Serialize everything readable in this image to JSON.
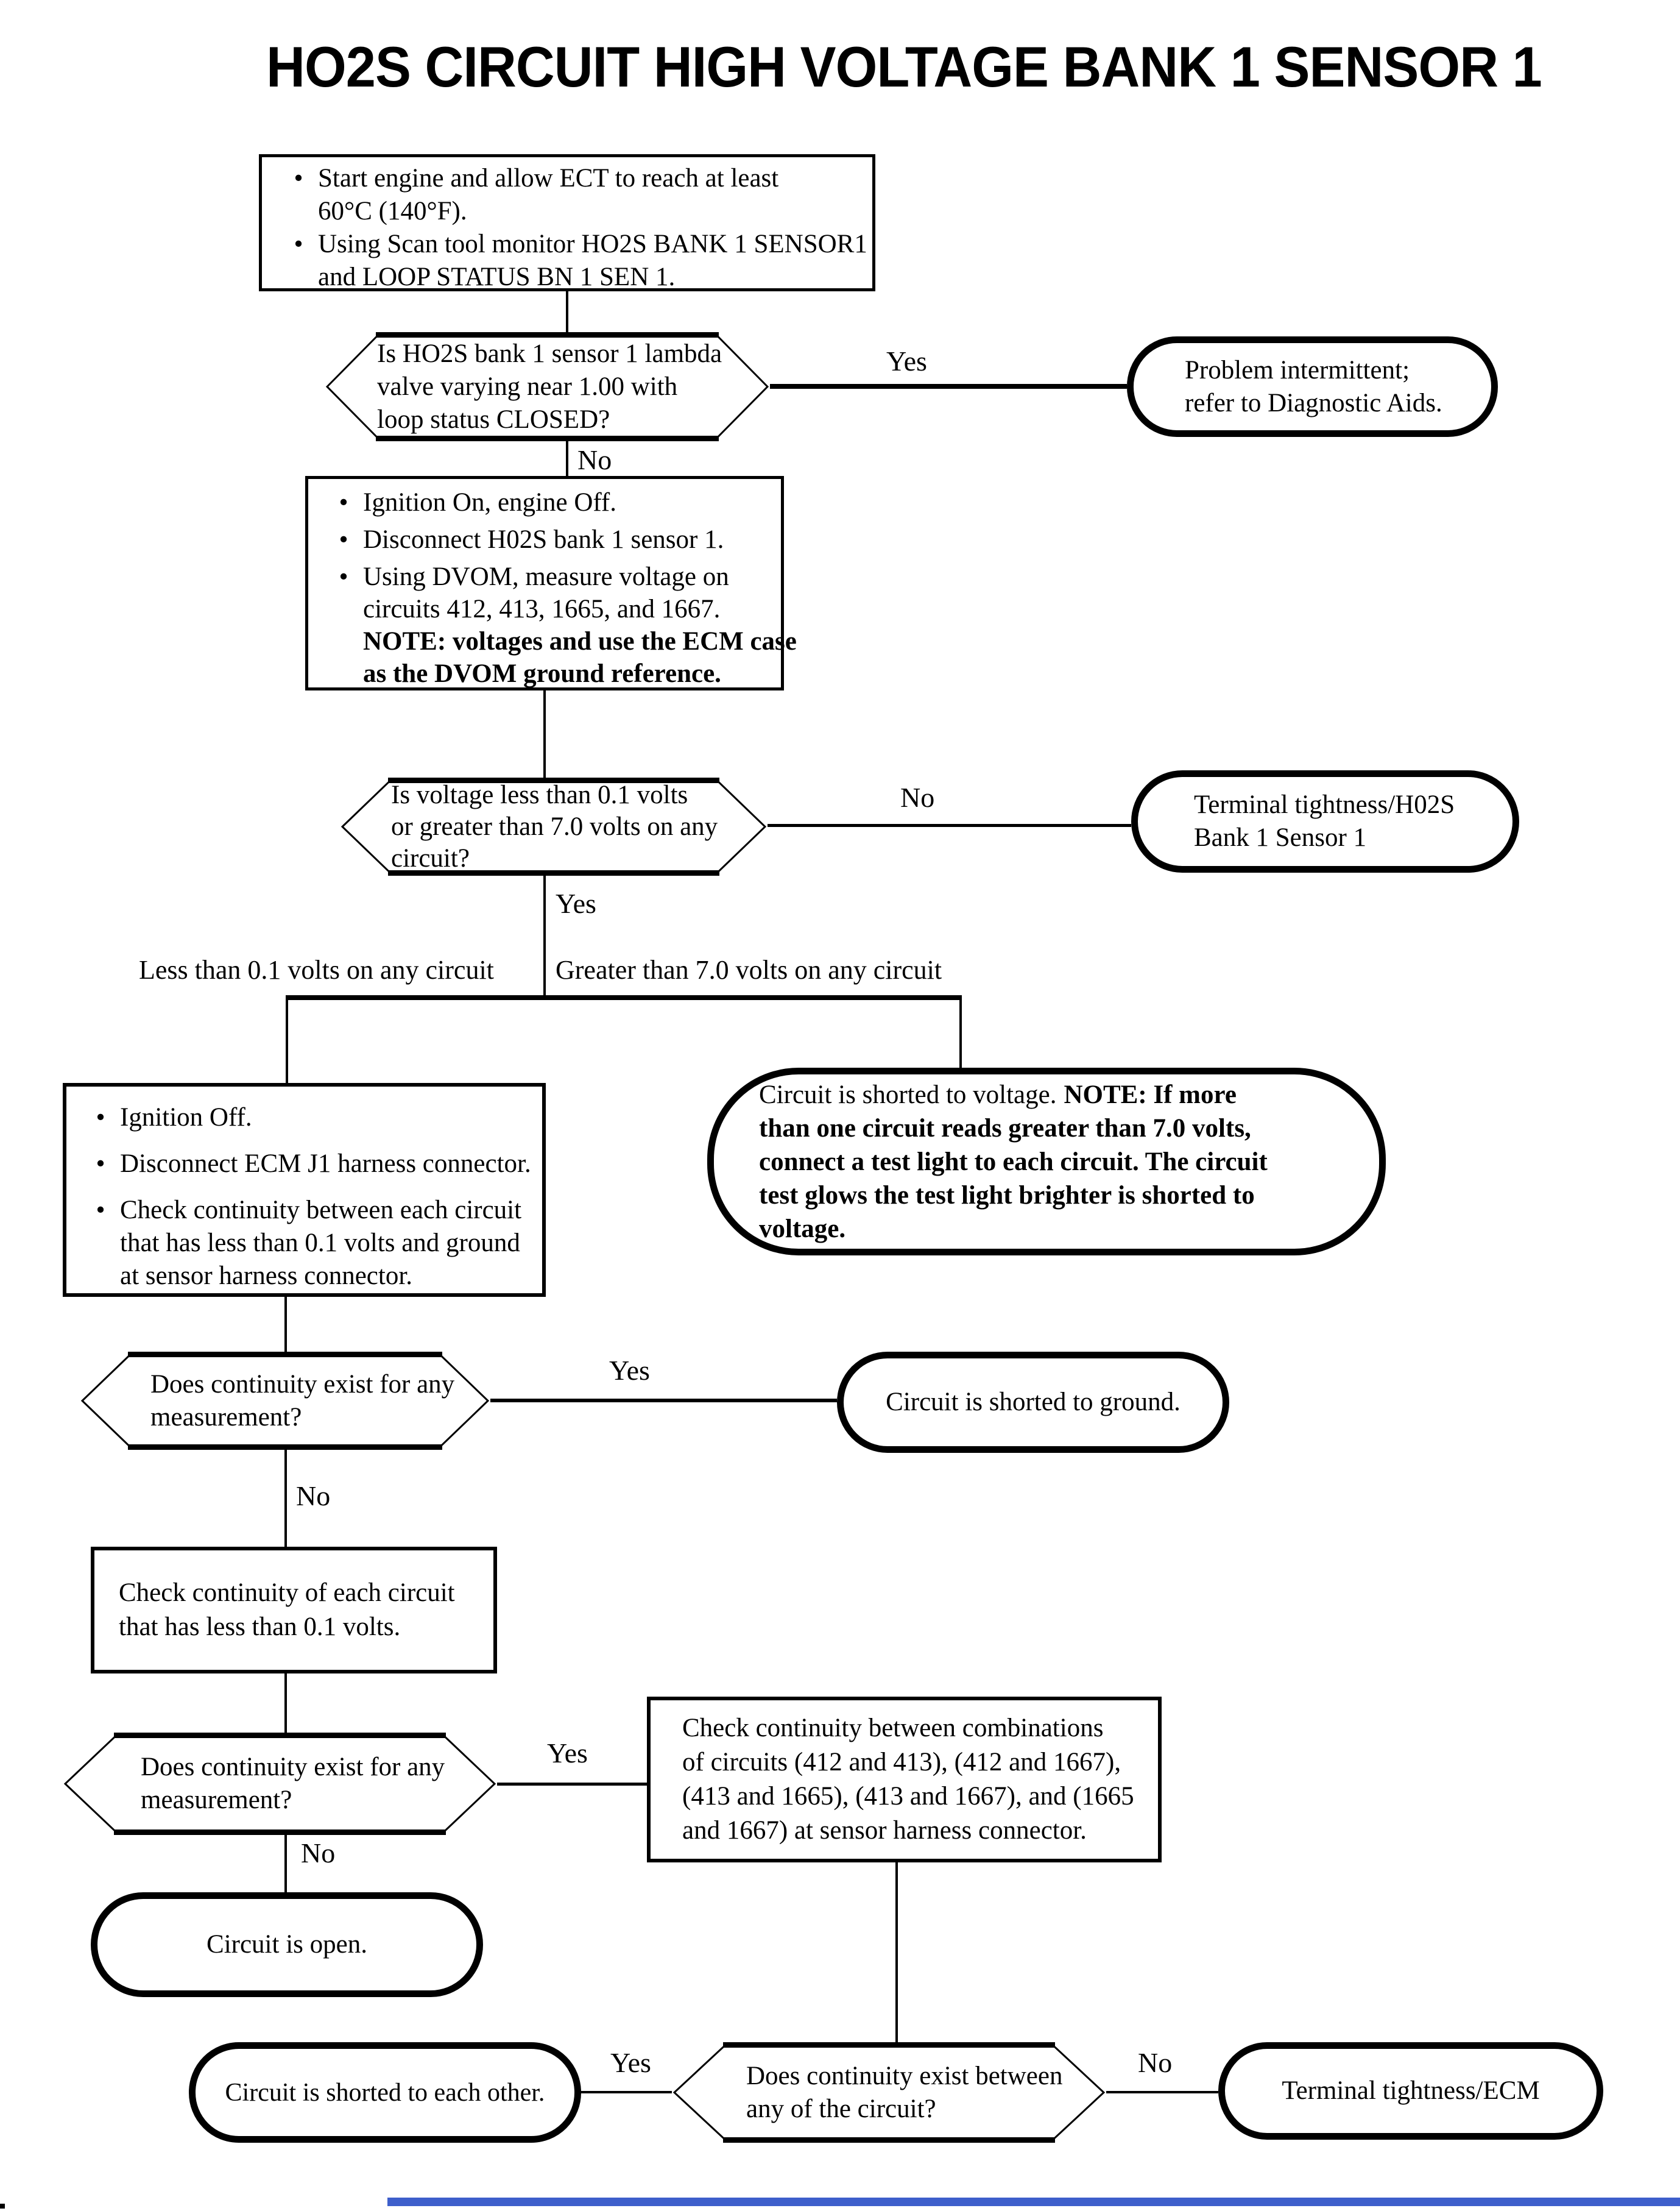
{
  "title": "HO2S CIRCUIT HIGH VOLTAGE BANK 1 SENSOR 1",
  "edge_labels": {
    "yes": "Yes",
    "no": "No",
    "less_branch": "Less than 0.1 volts on any circuit",
    "greater_branch": "Greater than 7.0 volts on any circuit"
  },
  "nodes": {
    "start": {
      "type": "process",
      "bullets": [
        {
          "lines": [
            "Start engine and allow ECT to reach at least",
            "60°C (140°F)."
          ]
        },
        {
          "lines": [
            "Using Scan tool monitor HO2S BANK 1 SENSOR1",
            "and  LOOP STATUS BN 1 SEN 1."
          ]
        }
      ]
    },
    "q_lambda": {
      "type": "decision",
      "lines": [
        "Is HO2S bank 1 sensor 1 lambda",
        "valve varying near 1.00 with",
        "loop status CLOSED?"
      ]
    },
    "problem_intermittent": {
      "type": "terminator",
      "lines": [
        "Problem intermittent;",
        "refer to Diagnostic Aids."
      ]
    },
    "measure_voltage": {
      "type": "process",
      "bullets": [
        {
          "lines": [
            "Ignition On, engine Off."
          ]
        },
        {
          "lines": [
            "Disconnect H02S bank 1 sensor 1."
          ]
        },
        {
          "lines": [
            "Using DVOM, measure voltage on",
            "circuits 412, 413, 1665, and 1667."
          ],
          "note_lines": [
            "NOTE: voltages and use the ECM case",
            "as the DVOM ground reference."
          ]
        }
      ]
    },
    "q_voltage_range": {
      "type": "decision",
      "lines": [
        "Is voltage less than 0.1 volts",
        "or greater than 7.0 volts on any",
        "circuit?"
      ]
    },
    "terminal_tightness_h02s": {
      "type": "terminator",
      "lines": [
        "Terminal tightness/H02S",
        "Bank 1 Sensor 1"
      ]
    },
    "check_ground_continuity": {
      "type": "process",
      "bullets": [
        {
          "lines": [
            "Ignition Off."
          ]
        },
        {
          "lines": [
            "Disconnect ECM J1 harness connector."
          ]
        },
        {
          "lines": [
            "Check continuity between each circuit",
            "that has less than 0.1 volts and ground",
            "at sensor harness connector."
          ]
        }
      ]
    },
    "shorted_to_voltage": {
      "type": "terminator",
      "lead": "Circuit is shorted to voltage.",
      "note_first": "NOTE: If more",
      "note_lines": [
        "than one circuit reads greater than 7.0 volts,",
        "connect a test light to each circuit.  The circuit",
        "test glows the test light brighter is shorted to",
        "voltage."
      ]
    },
    "q_continuity_1": {
      "type": "decision",
      "lines": [
        "Does continuity exist for any",
        "measurement?"
      ]
    },
    "shorted_to_ground": {
      "type": "terminator",
      "lines": [
        "Circuit is shorted to ground."
      ]
    },
    "check_each_circuit": {
      "type": "process",
      "lines": [
        "Check continuity of each circuit",
        "that has less than 0.1 volts."
      ]
    },
    "q_continuity_2": {
      "type": "decision",
      "lines": [
        "Does continuity exist for any",
        "measurement?"
      ]
    },
    "check_combinations": {
      "type": "process",
      "lines": [
        "Check continuity between combinations",
        "of circuits (412 and 413), (412 and 1667),",
        "(413 and 1665), (413 and 1667), and (1665",
        "and 1667) at sensor harness connector."
      ]
    },
    "circuit_open": {
      "type": "terminator",
      "lines": [
        "Circuit is open."
      ]
    },
    "q_continuity_between": {
      "type": "decision",
      "lines": [
        "Does continuity exist between",
        "any of the circuit?"
      ]
    },
    "shorted_each_other": {
      "type": "terminator",
      "lines": [
        "Circuit is shorted to each other."
      ]
    },
    "terminal_tightness_ecm": {
      "type": "terminator",
      "lines": [
        "Terminal tightness/ECM"
      ]
    }
  },
  "footer": {
    "bar_color": "#3E5FCB"
  }
}
